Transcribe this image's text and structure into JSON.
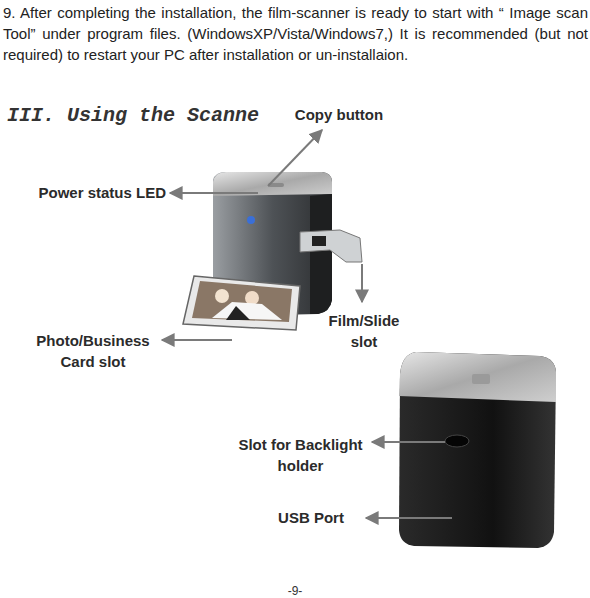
{
  "diagram": {
    "title": "III. Using the Scanne",
    "labels": [
      "9. After completing the installation, the film-scanner is ready to start with “ Image scan Tool” under program files. (WindowsXP/Vista/Windows7,) It is recommended (but not required) to restart your PC after installation or un-installaion.",
      "Copy button",
      "Power status LED",
      "Film/Slide slot",
      "Photo/Business Card slot",
      "Slot for Backlight holder",
      "USB Port",
      "-9-"
    ]
  }
}
